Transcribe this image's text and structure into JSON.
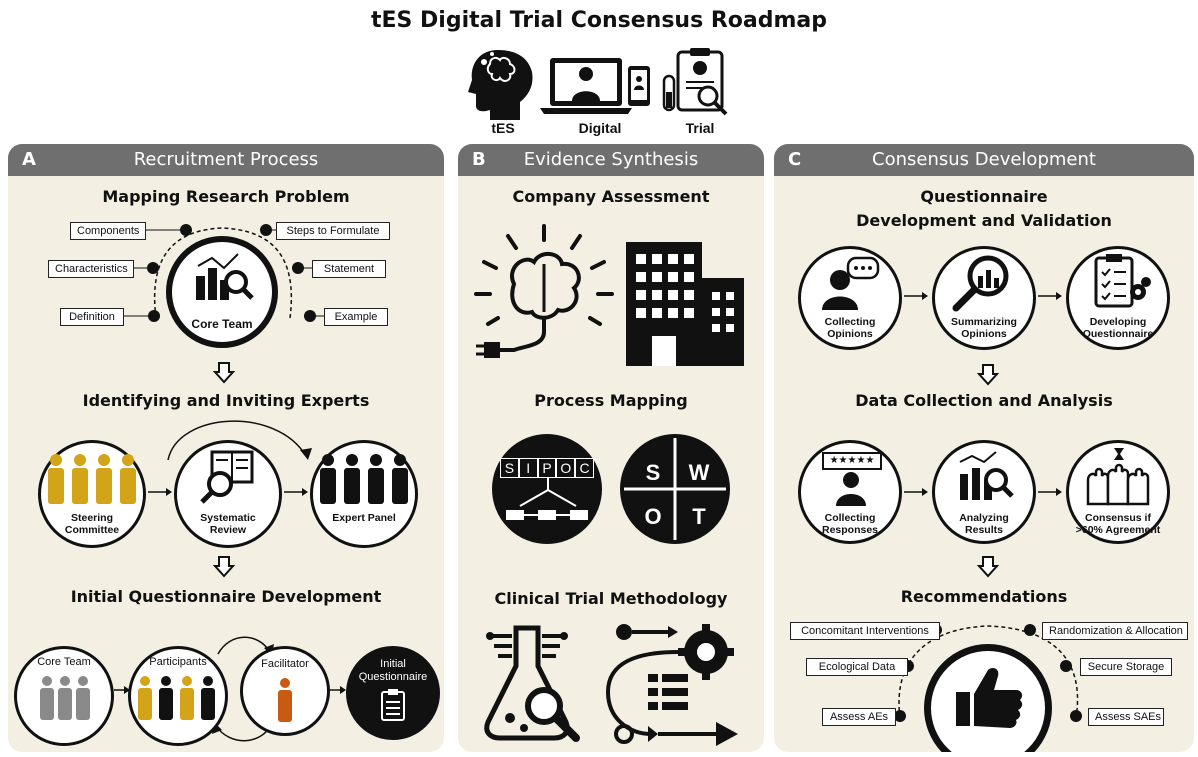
{
  "title": "tES Digital Trial Consensus Roadmap",
  "header_icons": [
    {
      "label": "tES",
      "icon": "head-brain-icon"
    },
    {
      "label": "Digital",
      "icon": "laptop-doctor-icon"
    },
    {
      "label": "Trial",
      "icon": "clipboard-test-tube-icon"
    }
  ],
  "panels": {
    "a": {
      "letter": "A",
      "title": "Recruitment Process",
      "mapping": {
        "title": "Mapping Research Problem",
        "center": "Core Team",
        "left_tags": [
          "Components",
          "Characteristics",
          "Definition"
        ],
        "right_tags": [
          "Steps to Formulate",
          "Statement",
          "Example"
        ]
      },
      "experts": {
        "title": "Identifying and Inviting Experts",
        "nodes": [
          "Steering Committee",
          "Systematic Review",
          "Expert Panel"
        ]
      },
      "initial": {
        "title": "Initial Questionnaire Development",
        "nodes": [
          "Core Team",
          "Participants",
          "Facilitator",
          "Initial Questionnaire"
        ]
      }
    },
    "b": {
      "letter": "B",
      "title": "Evidence Synthesis",
      "sections": [
        "Company Assessment",
        "Process Mapping",
        "Clinical Trial Methodology"
      ],
      "sipoc": [
        "S",
        "I",
        "P",
        "O",
        "C"
      ],
      "swot": [
        "S",
        "W",
        "O",
        "T"
      ]
    },
    "c": {
      "letter": "C",
      "title": "Consensus Development",
      "questionnaire": {
        "title_line1": "Questionnaire",
        "title_line2": "Development and Validation",
        "nodes": [
          "Collecting Opinions",
          "Summarizing Opinions",
          "Developing Questionnaire"
        ]
      },
      "data": {
        "title": "Data Collection and Analysis",
        "nodes": [
          "Collecting Responses",
          "Analyzing Results",
          "Consensus if >60% Agreement"
        ],
        "stars": "★★★★★"
      },
      "recommendations": {
        "title": "Recommendations",
        "left_tags": [
          "Concomitant Interventions",
          "Ecological Data",
          "Assess AEs"
        ],
        "right_tags": [
          "Randomization & Allocation",
          "Secure Storage",
          "Assess SAEs"
        ]
      }
    }
  },
  "colors": {
    "panel_bg": "#f3efe2",
    "header_bg": "#6f6f6f",
    "gold": "#d4a418",
    "orange": "#c85a12",
    "grey_people": "#8a8a8a"
  }
}
